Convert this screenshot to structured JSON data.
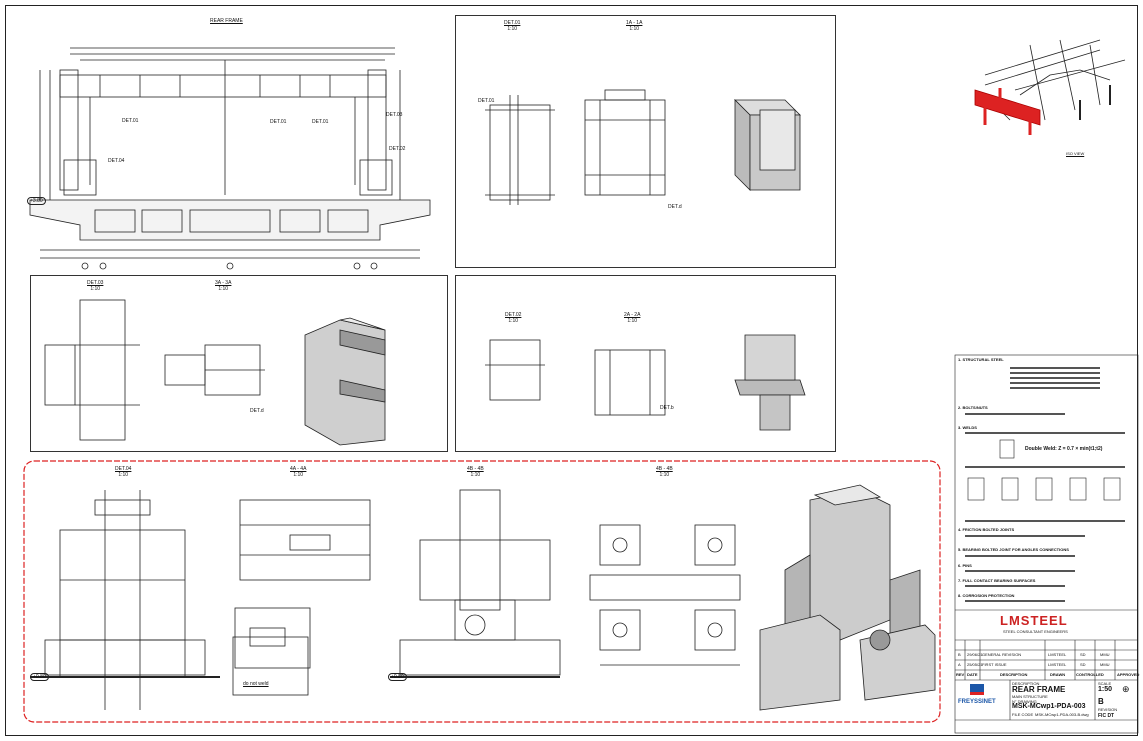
{
  "views": {
    "rear_frame": {
      "title": "REAR FRAME"
    },
    "det01": {
      "title": "DET.01",
      "scale": "1:10"
    },
    "sec1a": {
      "title": "1A - 1A",
      "scale": "1:10"
    },
    "det03": {
      "title": "DET.03",
      "scale": "1:10"
    },
    "sec3a": {
      "title": "3A - 3A",
      "scale": "1:10"
    },
    "det02": {
      "title": "DET.02",
      "scale": "1:10"
    },
    "sec2a": {
      "title": "2A - 2A",
      "scale": "1:10"
    },
    "det04": {
      "title": "DET.04",
      "scale": "1:10"
    },
    "sec4a": {
      "title": "4A - 4A",
      "scale": "1:10"
    },
    "sec4b": {
      "title": "4B - 4B",
      "scale": "1:10"
    },
    "sec4b2": {
      "title": "4B - 4B",
      "scale": "1:10"
    }
  },
  "callouts": {
    "det01_a": "DET.01",
    "det01_b": "DET.01",
    "det01_c": "DET.01",
    "det01_d": "DET.01",
    "det04": "DET.04",
    "det02": "DET.02",
    "det03": "DET.03",
    "do_not_weld": "do not weld",
    "det_d1": "DET.d",
    "det_d2": "DET.d",
    "det_d3": "DET.b"
  },
  "levels": {
    "left1": "+3.80",
    "left2": "+0.80",
    "right2": "+0.80"
  },
  "notes": {
    "h1": "1. STRUCTURAL STEEL",
    "h2": "2. BOLTS/NUTS",
    "h3": "3. WELDS",
    "weld_formula": "Double Weld: Z = 0.7 × min(t1;t2)",
    "h4": "4. FRICTION BOLTED JOINTS",
    "h5": "5. BEARING BOLTED JOINT FOR ANGLES CONNECTIONS",
    "h6": "6. PINS",
    "h7": "7. FULL CONTACT BEARING SURFACES",
    "h8": "8. CORROSION PROTECTION"
  },
  "titleblock": {
    "brand": "LMSTEEL",
    "brand_sub": "STEEL CONSULTANT ENGINEERS",
    "rev_rows": [
      {
        "rev": "B",
        "date": "29/06/21",
        "desc": "GENERAL REVISION",
        "drawn": "LMSTEEL",
        "ctrl": "SD",
        "appr": "MMU"
      },
      {
        "rev": "A",
        "date": "25/05/21",
        "desc": "FIRST ISSUE",
        "drawn": "LMSTEEL",
        "ctrl": "SD",
        "appr": "MMU"
      }
    ],
    "col_rev": "REV",
    "col_date": "DATE",
    "col_desc": "DESCRIPTION",
    "col_drawn": "DRAWN",
    "col_ctrl": "CONTROLLED",
    "col_appr": "APPROVED",
    "client": "FREYSSINET",
    "description_label": "DESCRIPTION",
    "title": "REAR FRAME",
    "subtitle": "MAIN STRUCTURE",
    "drawing_no_label": "N° DRAWING",
    "drawing_no": "MSK-MCwp1-PDA-003",
    "scale_label": "SCALE",
    "scale": "1:50",
    "rev_label": "REVISION",
    "rev": "B",
    "file_label": "FILE CODE",
    "file_code": "MSK-MCwp1-PDA-003-B.dwg",
    "status": "FIC DT"
  },
  "iso_caption": "ISO VIEW"
}
